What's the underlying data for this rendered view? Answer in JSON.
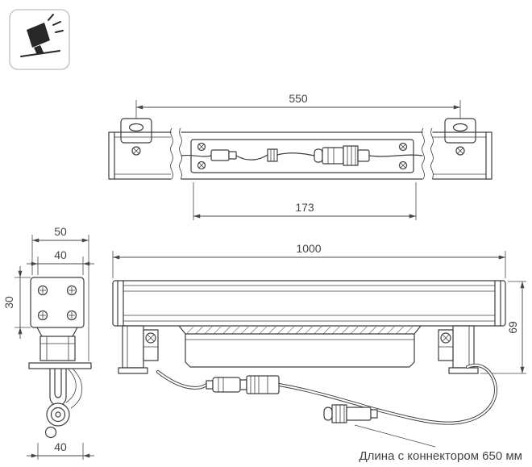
{
  "colors": {
    "line": "#3d3d3d",
    "dim_text": "#454545",
    "icon_border": "#c9c9c9",
    "background": "#ffffff"
  },
  "icon": {
    "name": "wall-washer-spotlight-icon"
  },
  "views": {
    "top": {
      "dims": {
        "overall": "550",
        "window": "173"
      }
    },
    "end": {
      "dims": {
        "overall_width": "50",
        "bracket_width": "40",
        "bracket_height": "30",
        "bottom_width": "40"
      }
    },
    "front": {
      "dims": {
        "overall_length": "1000",
        "height": "69"
      }
    }
  },
  "note": {
    "text": "Длина с коннектором 650 мм"
  }
}
